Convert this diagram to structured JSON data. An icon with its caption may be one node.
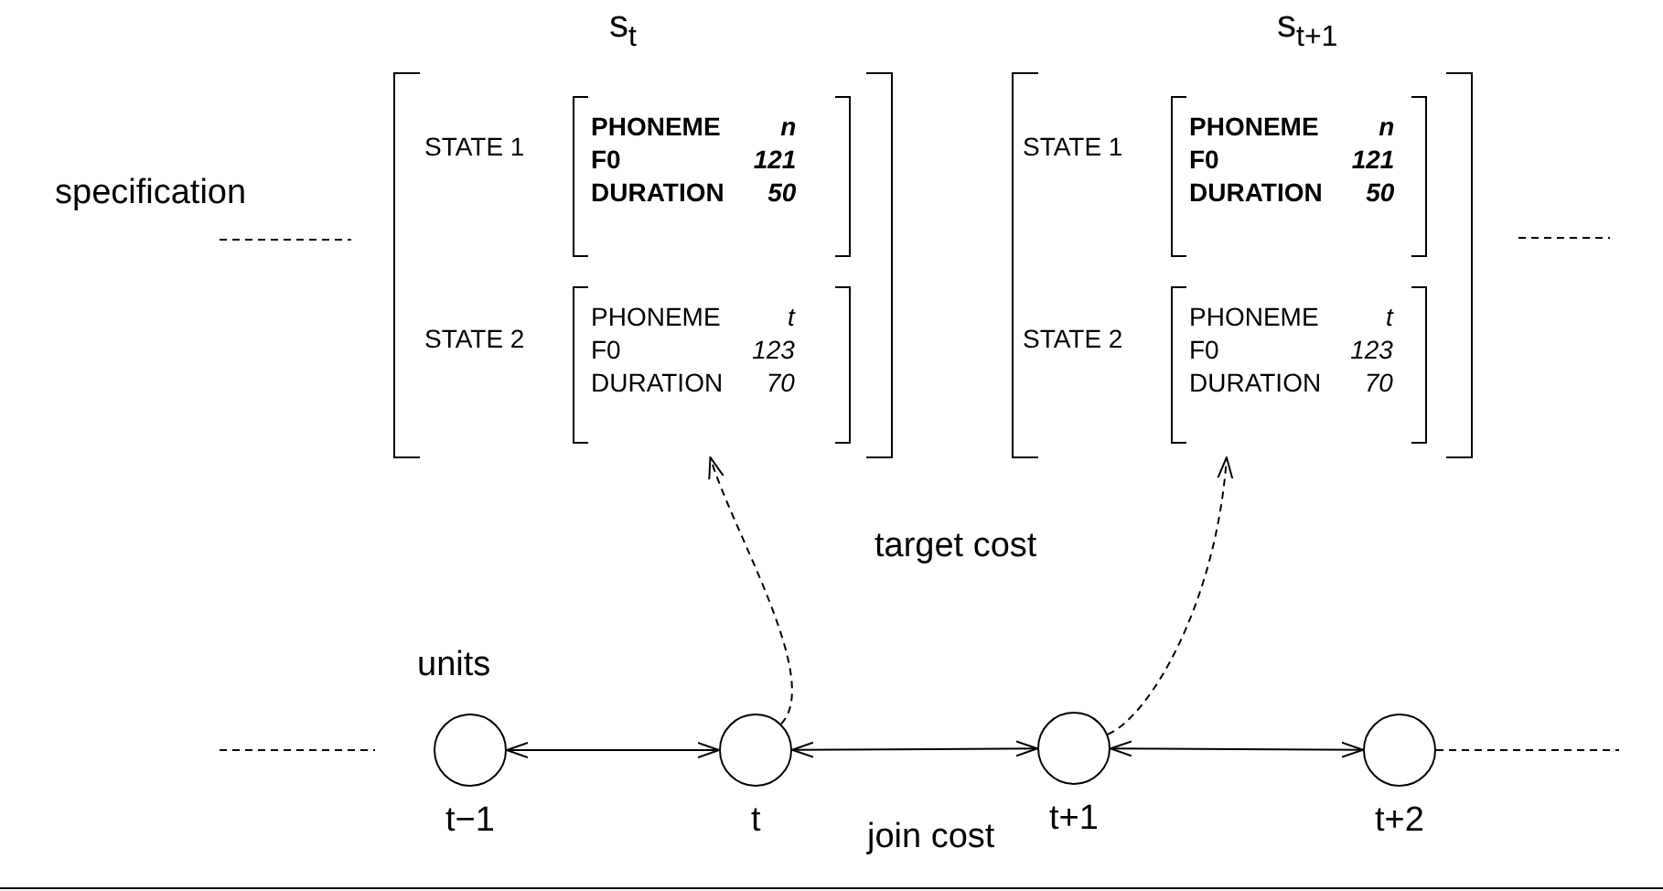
{
  "diagram": {
    "nodes": [
      {
        "text": [
          "s$_{t}$"
        ]
      },
      {
        "text": [
          "PHONEME",
          "n",
          "F0",
          "121",
          "DURATION",
          "50"
        ],
        "in": 0,
        "beside": [
          "STATE 1"
        ]
      },
      {
        "text": [
          "PHONEME",
          "t",
          "F0",
          "123",
          "DURATION",
          "70"
        ],
        "in": 0,
        "beside": [
          "STATE 2"
        ]
      },
      {
        "text": [
          "s$_{t+1}$"
        ]
      },
      {
        "text": [
          "PHONEME",
          "n",
          "F0",
          "121",
          "DURATION",
          "50"
        ],
        "in": 3,
        "beside": [
          "STATE 1"
        ]
      },
      {
        "text": [
          "PHONEME",
          "t",
          "F0",
          "123",
          "DURATION",
          "70"
        ],
        "in": 3,
        "beside": [
          "STATE 2"
        ]
      },
      {
        "text": [],
        "shape": "circle",
        "beside": [
          "t−1"
        ]
      },
      {
        "text": [],
        "shape": "circle",
        "beside": [
          "t"
        ]
      },
      {
        "text": [],
        "shape": "circle",
        "beside": [
          "t+1"
        ]
      },
      {
        "text": [],
        "shape": "circle",
        "beside": [
          "t+2"
        ]
      }
    ],
    "edges": [
      {
        "from": 6,
        "to": 7,
        "arrow": "both"
      },
      {
        "from": 7,
        "to": 8,
        "arrow": "both"
      },
      {
        "from": 8,
        "to": 9,
        "arrow": "both"
      },
      {
        "from": 7,
        "to": 0,
        "arrow": "to",
        "style": "dashed"
      },
      {
        "from": 8,
        "to": 3,
        "arrow": "to",
        "style": "dashed"
      }
    ],
    "labels": [
      "specification",
      "target cost",
      "units",
      "join cost"
    ]
  }
}
